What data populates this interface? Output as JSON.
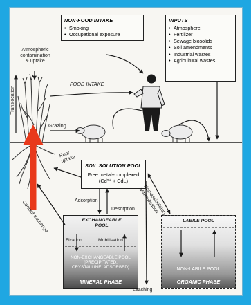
{
  "non_food_intake": {
    "title": "NON-FOOD INTAKE",
    "items": [
      "Smoking",
      "Occupational exposure"
    ]
  },
  "inputs": {
    "title": "INPUTS",
    "items": [
      "Atmosphere",
      "Fertilizer",
      "Sewage biosolids",
      "Soil amendments",
      "Industrial wastes",
      "Agricultural wastes"
    ]
  },
  "labels": {
    "atmospheric": [
      "Atmospheric",
      "contamination",
      "& uptake"
    ],
    "food_intake": "FOOD INTAKE",
    "translocation": "Translocation",
    "grazing": "Grazing",
    "root_uptake": [
      "Root",
      "uptake"
    ],
    "contact_exchange": "Contact exchange",
    "adsorption": "Adsorption",
    "desorption": "Desorption",
    "non_assimilatory": [
      "Non-assimilatory",
      "Mineralisation"
    ],
    "leaching": "Leaching"
  },
  "soil_solution": {
    "title": "SOIL SOLUTION POOL",
    "line1": "Free metal+complexed",
    "line2": "(Cd²⁺ + CdL)"
  },
  "mineral": {
    "exchangeable": [
      "EXCHANGEABLE",
      "POOL"
    ],
    "fixation": "Fixation",
    "mobilisation": "Mobilisation",
    "non_exchangeable": [
      "NON-EXCHANGEABLE POOL",
      "(PRECIPITATED,",
      "CRYSTALLINE, ADSORBED)"
    ],
    "phase": "MINERAL PHASE"
  },
  "organic": {
    "labile": "LABILE POOL",
    "non_labile": "NON-LABILE POOL",
    "phase": "ORGANIC PHASE"
  },
  "colors": {
    "background": "#1fa7e2",
    "panel": "#f7f6f2",
    "highlight_arrow": "#e8391b"
  }
}
